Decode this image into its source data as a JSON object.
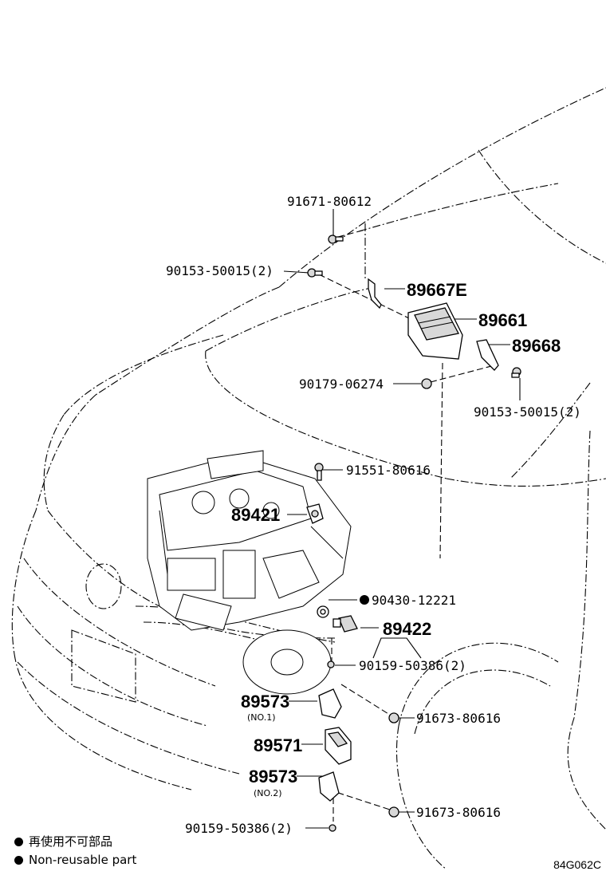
{
  "parts": {
    "p91671_80612": "91671-80612",
    "p90153_50015_a": "90153-50015(2)",
    "p89667E": "89667E",
    "p89661": "89661",
    "p89668": "89668",
    "p90179_06274": "90179-06274",
    "p90153_50015_b": "90153-50015(2)",
    "p91551_80616": "91551-80616",
    "p89421": "89421",
    "p90430_12221": "90430-12221",
    "p89422": "89422",
    "p90159_50386_a": "90159-50386(2)",
    "p89573_no1": "89573",
    "no1": "(NO.1)",
    "p91673_80616_a": "91673-80616",
    "p89571": "89571",
    "p89573_no2": "89573",
    "no2": "(NO.2)",
    "p91673_80616_b": "91673-80616",
    "p90159_50386_b": "90159-50386(2)"
  },
  "legend": {
    "jp": "再使用不可部品",
    "en": "Non-reusable part"
  },
  "figure_code": "84G062C"
}
